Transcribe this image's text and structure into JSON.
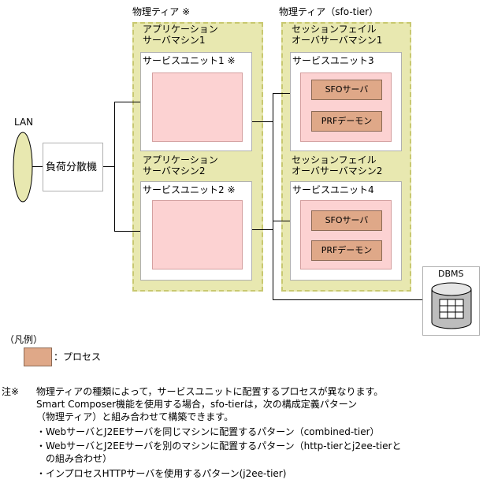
{
  "tier_app_label": "物理ティア ※",
  "tier_sfo_label": "物理ティア（sfo-tier）",
  "lan_label": "LAN",
  "lb_label": "負荷分散機",
  "app_machine_1": "アプリケーション\nサーバマシン1",
  "app_machine_2": "アプリケーション\nサーバマシン2",
  "sfo_machine_1": "セッションフェイル\nオーバサーバマシン1",
  "sfo_machine_2": "セッションフェイル\nオーバサーバマシン2",
  "unit_1": "サービスユニット1 ※",
  "unit_2": "サービスユニット2 ※",
  "unit_3": "サービスユニット3",
  "unit_4": "サービスユニット4",
  "sfo_server": "SFOサーバ",
  "prf_daemon": "PRFデーモン",
  "dbms_label": "DBMS",
  "legend_title": "（凡例）",
  "legend_process": "：プロセス",
  "note_mark": "注※",
  "note_lines": [
    "物理ティアの種類によって，サービスユニットに配置するプロセスが異なります。",
    "Smart Composer機能を使用する場合，sfo-tierは，次の構成定義パターン",
    "（物理ティア）と組み合わせて構築できます。",
    "・WebサーバとJ2EEサーバを同じマシンに配置するパターン（combined-tier）",
    "・WebサーバとJ2EEサーバを別のマシンに配置するパターン（http-tierとj2ee-tierと",
    "　の組み合わせ）",
    "・インプロセスHTTPサーバを使用するパターン(j2ee-tier)"
  ]
}
